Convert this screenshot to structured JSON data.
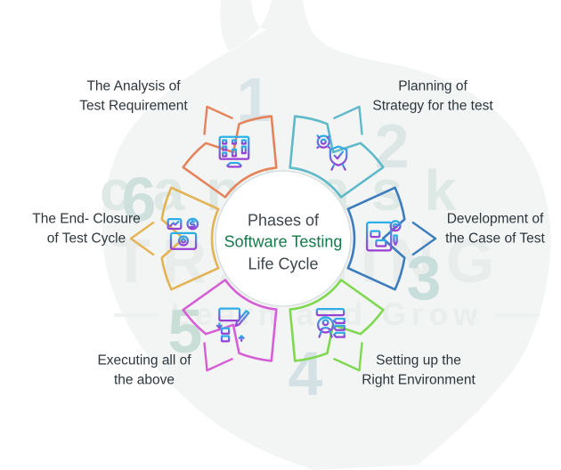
{
  "title": {
    "line1": "Phases of",
    "line2": "Software Testing",
    "line3": "Life Cycle",
    "line2_color": "#17794a",
    "text_color": "#3f464c"
  },
  "segments": [
    {
      "number": "1",
      "color": "#e5835c",
      "number_color": "#d8e4e7",
      "label_lines": [
        "The Analysis of",
        "Test Requirement"
      ],
      "icon": "requirement-analysis-icon"
    },
    {
      "number": "2",
      "color": "#5fb9c9",
      "number_color": "#dce6e4",
      "label_lines": [
        "Planning of",
        "Strategy for the test"
      ],
      "icon": "strategy-planning-icon"
    },
    {
      "number": "3",
      "color": "#3d7dbd",
      "number_color": "#c8dedb",
      "label_lines": [
        "Development of",
        "the Case of Test"
      ],
      "icon": "test-case-development-icon"
    },
    {
      "number": "4",
      "color": "#7fd84f",
      "number_color": "#d3e1e4",
      "label_lines": [
        "Setting up the",
        "Right Environment"
      ],
      "icon": "environment-setup-icon"
    },
    {
      "number": "5",
      "color": "#d65fd6",
      "number_color": "#c8ded7",
      "label_lines": [
        "Executing all of",
        "the above"
      ],
      "icon": "test-execution-icon"
    },
    {
      "number": "6",
      "color": "#e3b356",
      "number_color": "#cde0dc",
      "label_lines": [
        "The End- Closure",
        "of Test Cycle"
      ],
      "icon": "test-closure-icon"
    }
  ],
  "watermark": {
    "brand": "canbask",
    "brand_color": "#dee8e5",
    "title": "TRAINING",
    "title_color": "#e8eceb",
    "tagline": "Learn and Grow",
    "tagline_color": "#e9eeec"
  },
  "background": {
    "blob_color": "#f2f5f4"
  },
  "icon_gradient": {
    "from": "#2bb0e8",
    "to": "#9a3ed2"
  }
}
